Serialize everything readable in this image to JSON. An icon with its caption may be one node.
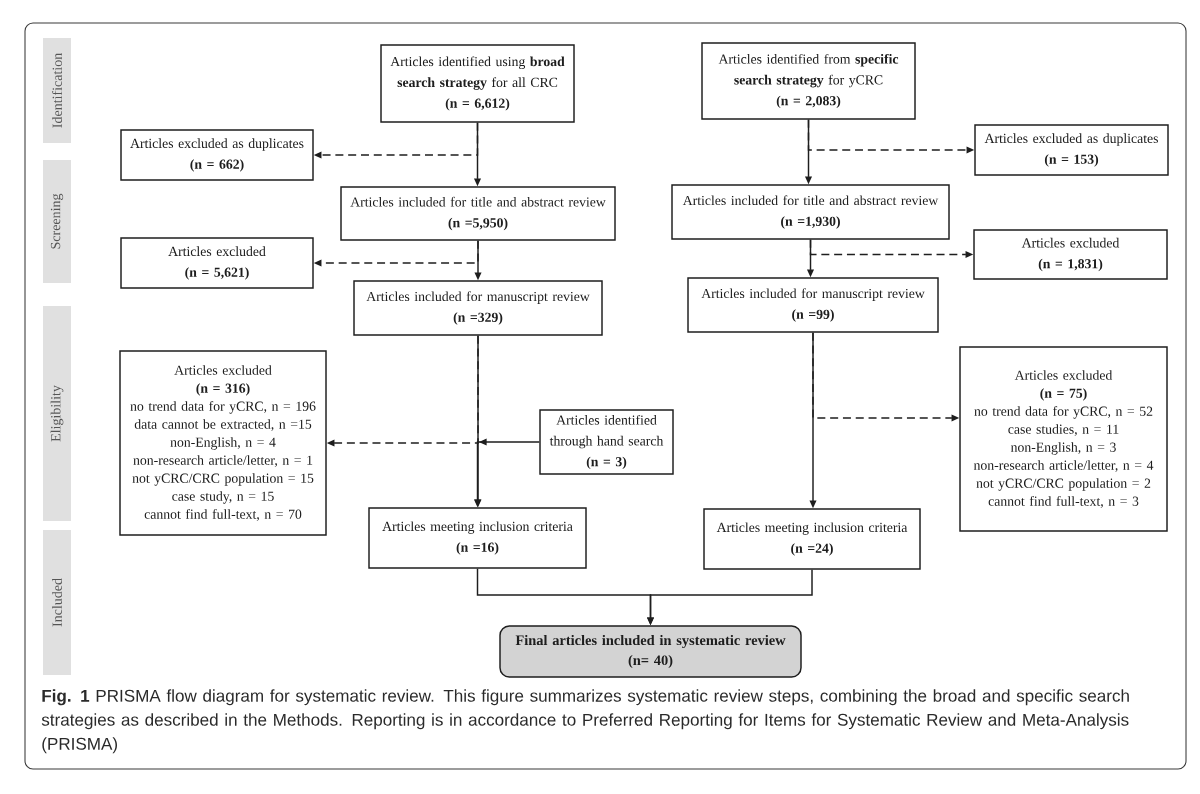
{
  "diagram": {
    "nodes": [
      {
        "text": [
          "Identification"
        ]
      },
      {
        "text": [
          "Screening"
        ]
      },
      {
        "text": [
          "Eligibility"
        ]
      },
      {
        "text": [
          "Included"
        ]
      },
      {
        "text": [
          "Articles identified using **broad search strategy** for all CRC",
          "(n = 6,612)"
        ]
      },
      {
        "text": [
          "Articles identified from **specific search strategy** for yCRC",
          "(n = 2,083)"
        ]
      },
      {
        "text": [
          "Articles excluded as duplicates",
          "(n = 662)"
        ]
      },
      {
        "text": [
          "Articles excluded as duplicates",
          "(n = 153)"
        ]
      },
      {
        "text": [
          "Articles included for title and abstract review",
          "(n =5,950)"
        ]
      },
      {
        "text": [
          "Articles included for title and abstract review",
          "(n =1,930)"
        ]
      },
      {
        "text": [
          "Articles excluded",
          "(n = 5,621)"
        ]
      },
      {
        "text": [
          "Articles excluded",
          "(n = 1,831)"
        ]
      },
      {
        "text": [
          "Articles included for manuscript review",
          "(n =329)"
        ]
      },
      {
        "text": [
          "Articles included for manuscript review",
          "(n =99)"
        ]
      },
      {
        "text": [
          "Articles excluded",
          "(n = 316)",
          "no trend data for yCRC, n = 196",
          "data cannot be extracted, n =15",
          "non-English, n = 4",
          "non-research article/letter, n = 1",
          "not yCRC/CRC population = 15",
          "case study, n = 15",
          "cannot find full-text, n = 70"
        ]
      },
      {
        "text": [
          "Articles identified through hand search",
          "(n = 3)"
        ]
      },
      {
        "text": [
          "Articles excluded",
          "(n = 75)",
          "no trend data for yCRC, n = 52",
          "case studies, n = 11",
          "non-English, n = 3",
          "non-research article/letter, n = 4",
          "not yCRC/CRC population = 2",
          "cannot find full-text, n = 3"
        ]
      },
      {
        "text": [
          "Articles meeting inclusion criteria",
          "(n =16)"
        ]
      },
      {
        "text": [
          "Articles meeting inclusion criteria",
          "(n =24)"
        ]
      },
      {
        "text": [
          "Final articles included in systematic review",
          "(n= 40)"
        ]
      }
    ],
    "edges": [
      {
        "from": 4,
        "to": 8,
        "arrow": "to"
      },
      {
        "from": 4,
        "to": 6,
        "arrow": "to",
        "style": "dashed"
      },
      {
        "from": 8,
        "to": 12,
        "arrow": "to"
      },
      {
        "from": 8,
        "to": 10,
        "arrow": "to",
        "style": "dashed"
      },
      {
        "from": 12,
        "to": 17,
        "arrow": "to"
      },
      {
        "from": 12,
        "to": 14,
        "arrow": "to",
        "style": "dashed"
      },
      {
        "from": 15,
        "to": 17,
        "arrow": "to"
      },
      {
        "from": 5,
        "to": 9,
        "arrow": "to"
      },
      {
        "from": 5,
        "to": 7,
        "arrow": "to",
        "style": "dashed"
      },
      {
        "from": 9,
        "to": 13,
        "arrow": "to"
      },
      {
        "from": 9,
        "to": 11,
        "arrow": "to",
        "style": "dashed"
      },
      {
        "from": 13,
        "to": 18,
        "arrow": "to"
      },
      {
        "from": 13,
        "to": 16,
        "arrow": "to",
        "style": "dashed"
      },
      {
        "from": 17,
        "to": 19,
        "arrow": "to"
      },
      {
        "from": 18,
        "to": 19,
        "arrow": "to"
      }
    ],
    "caption": "**Fig. 1** PRISMA flow diagram for systematic review. This figure summarizes systematic review steps, combining the broad and specific search strategies as described in the Methods. Reporting is in accordance to Preferred Reporting for Items for Systematic Review and Meta-Analysis (PRISMA)"
  }
}
